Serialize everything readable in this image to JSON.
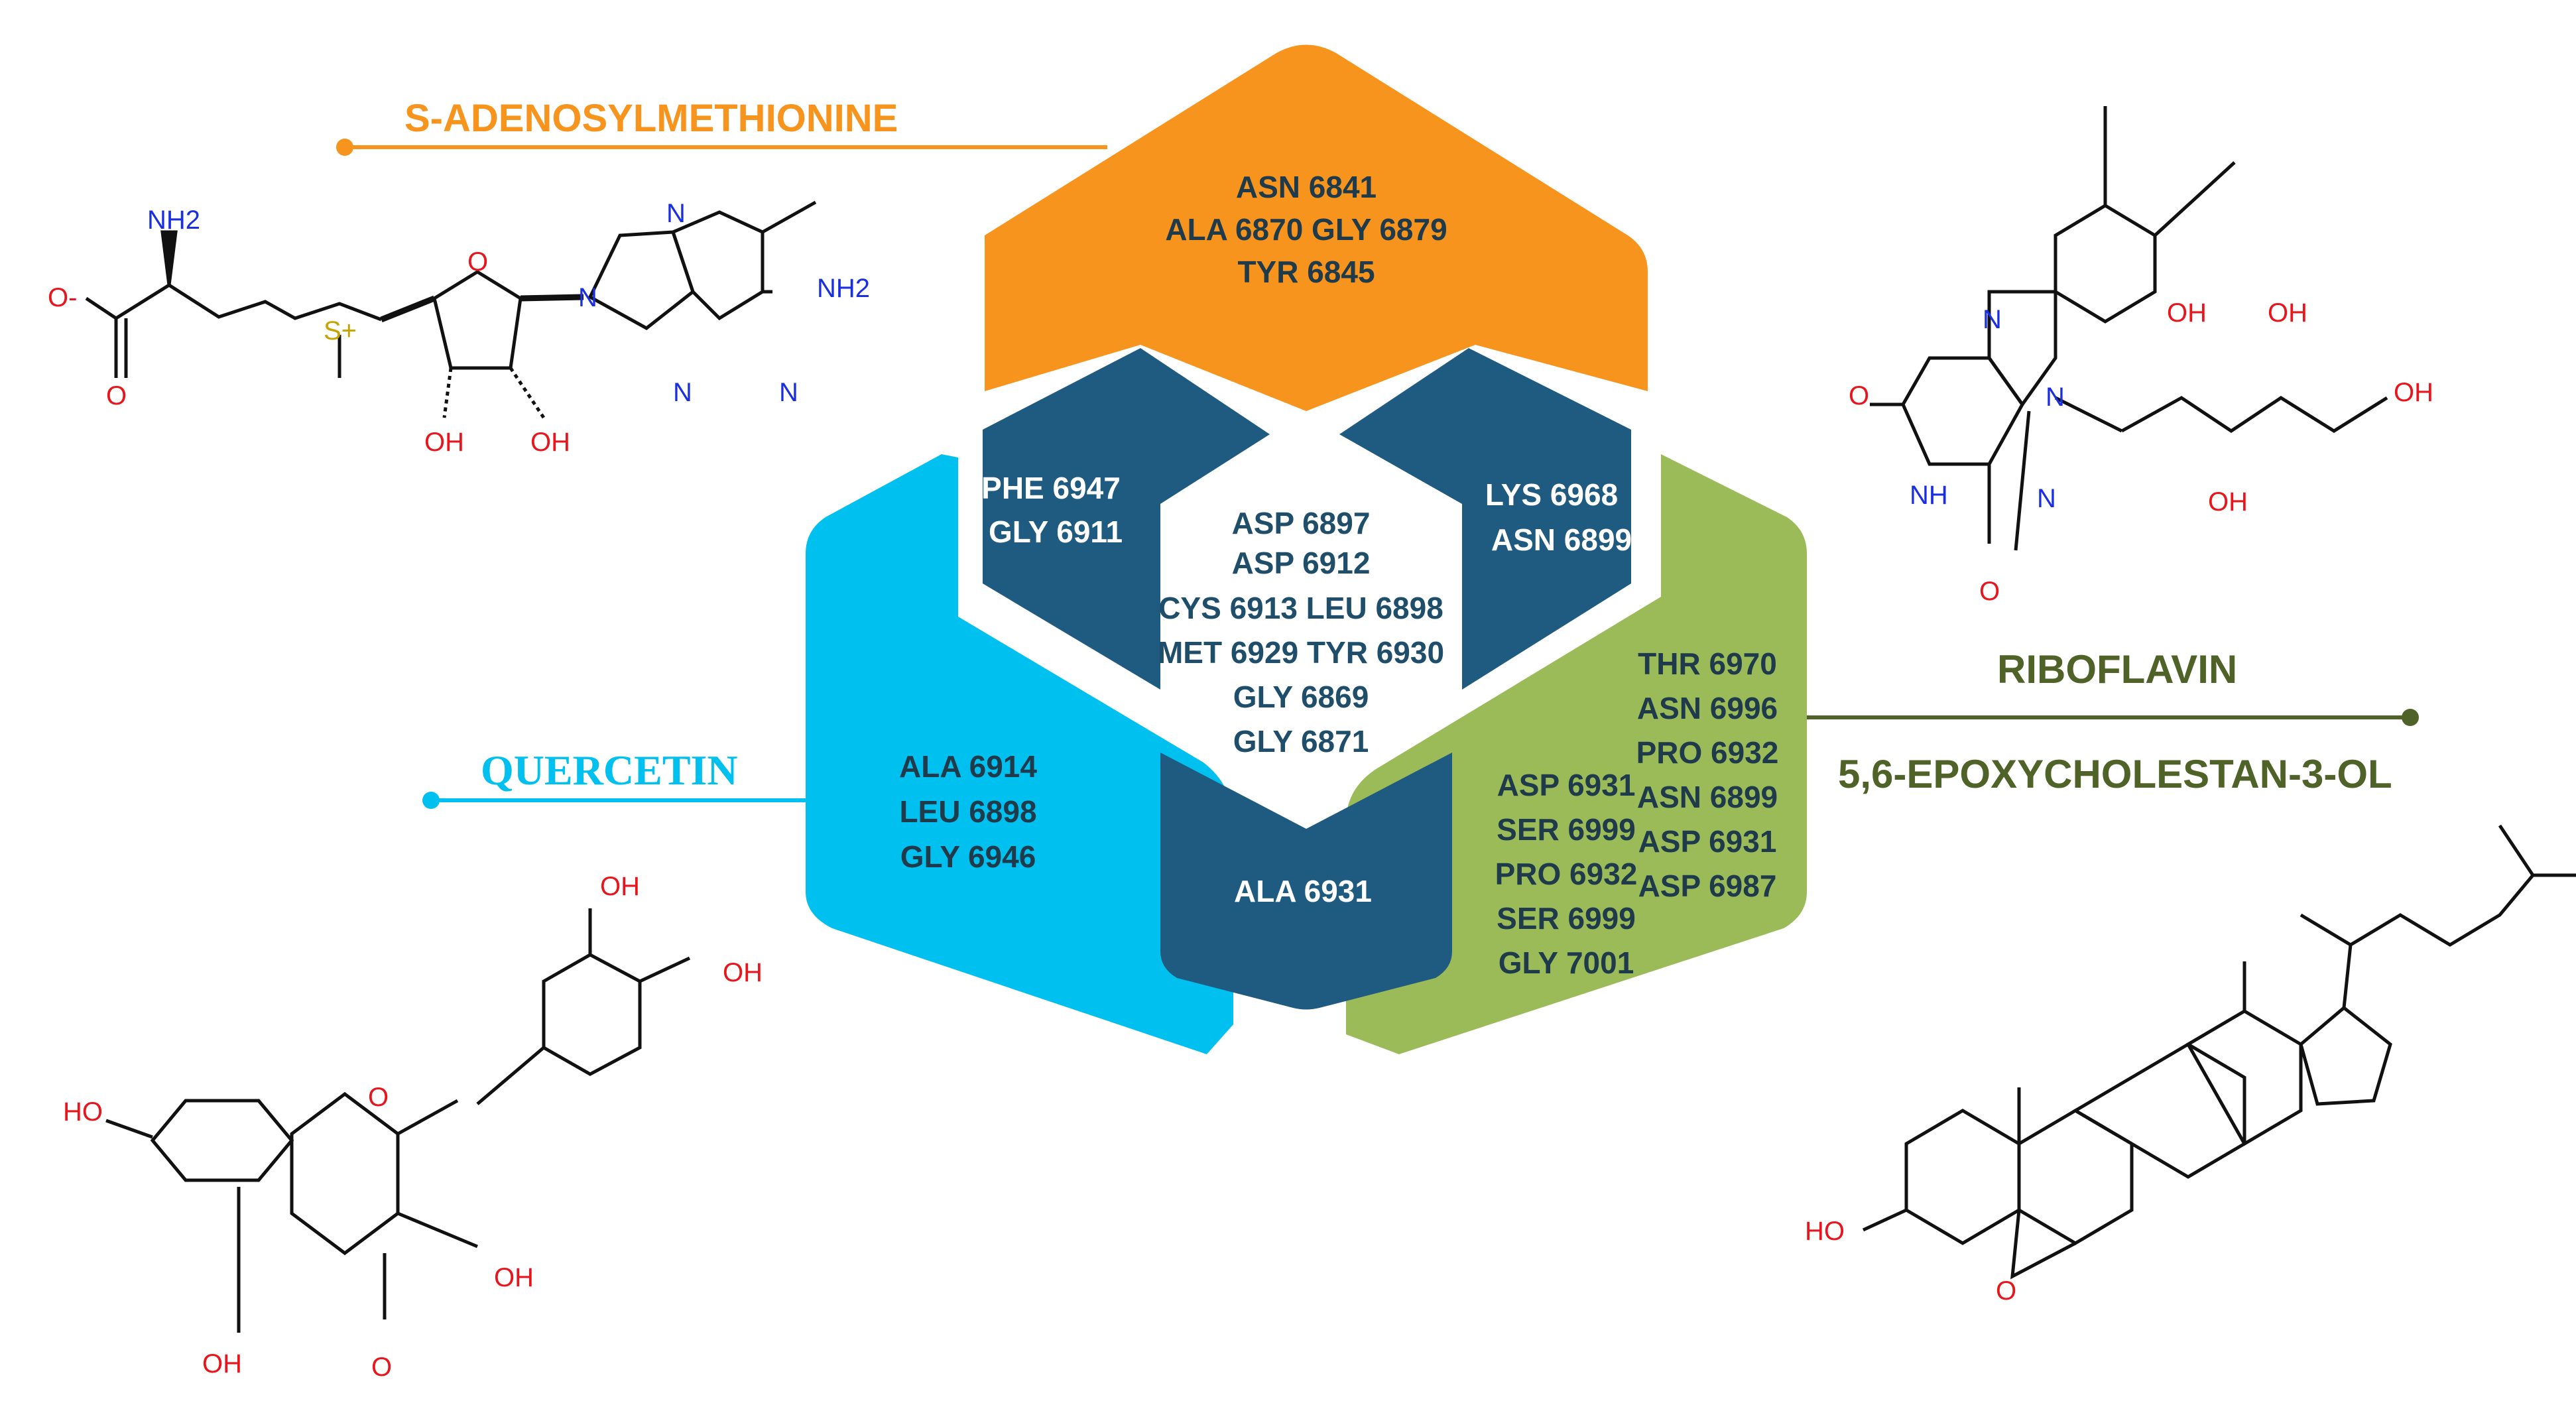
{
  "colors": {
    "orange": "#F7941D",
    "cyan": "#00C0EF",
    "green": "#9BBB59",
    "navy": "#1F5A80",
    "center_text": "#1F4E6B",
    "label_green": "#4F6228",
    "hetero_red": "#E8161C",
    "hetero_blue": "#1A2FE0"
  },
  "ligands": {
    "sam": {
      "name": "S-ADENOSYLMETHIONINE"
    },
    "quercetin": {
      "name": "QUERCETIN"
    },
    "riboflavin": {
      "name": "RIBOFLAVIN"
    },
    "epoxycholestanol": {
      "name": "5,6-EPOXYCHOLESTAN-3-OL"
    }
  },
  "residues": {
    "orange": [
      "ASN 6841",
      "ALA 6870 GLY 6879",
      "TYR 6845"
    ],
    "cyan": [
      "ALA 6914",
      "LEU 6898",
      "GLY 6946"
    ],
    "green_left": [
      "ASP 6931",
      "SER 6999",
      "PRO 6932",
      "SER 6999",
      "GLY 7001"
    ],
    "green_right": [
      "THR 6970",
      "ASN 6996",
      "PRO 6932",
      "ASN 6899",
      "ASP 6931",
      "ASP 6987"
    ],
    "navy_left": [
      "PHE 6947",
      "GLY 6911"
    ],
    "navy_right": [
      "LYS 6968",
      "ASN 6899"
    ],
    "navy_bottom": [
      "ALA 6931"
    ],
    "center": [
      "ASP 6897",
      "ASP 6912",
      "CYS 6913 LEU 6898",
      "MET 6929 TYR 6930",
      "GLY 6869",
      "GLY 6871"
    ]
  },
  "atoms": {
    "nh2": "NH2",
    "o": "O",
    "o_minus": "O-",
    "s_plus": "S+",
    "oh": "OH",
    "ho": "HO",
    "n": "N",
    "nh": "NH"
  }
}
